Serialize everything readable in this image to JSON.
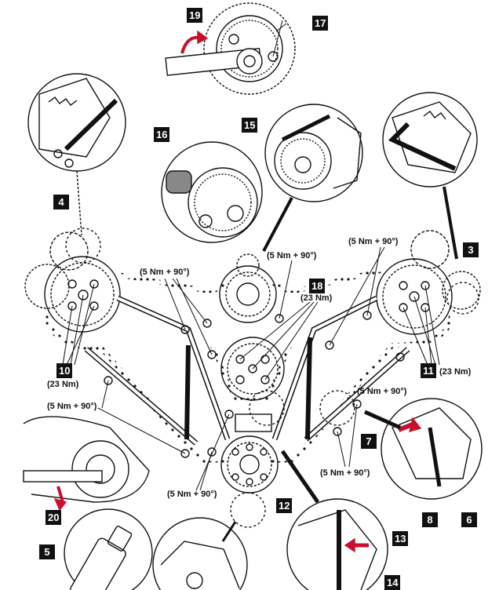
{
  "callouts": {
    "c3": "3",
    "c4": "4",
    "c5": "5",
    "c6": "6",
    "c7": "7",
    "c8": "8",
    "c10": "10",
    "c11": "11",
    "c12": "12",
    "c13": "13",
    "c14": "14",
    "c15": "15",
    "c16": "16",
    "c17": "17",
    "c18": "18",
    "c19": "19",
    "c20": "20"
  },
  "torque": {
    "t_top_center": "(5 Nm + 90°)",
    "t_right_upper": "(5 Nm + 90°)",
    "t_left_upper": "(5 Nm + 90°)",
    "t_18": "(23 Nm)",
    "t_10": "(23 Nm)",
    "t_11": "(23 Nm)",
    "t_left_mid": "(5 Nm + 90°)",
    "t_right_mid": "(5 Nm + 90°)",
    "t_bottom_center": "(5 Nm + 90°)",
    "t_right_low": "(5 Nm + 90°)"
  },
  "colors": {
    "ink": "#111111",
    "arrow_red": "#c8102e",
    "paper": "#ffffff"
  }
}
